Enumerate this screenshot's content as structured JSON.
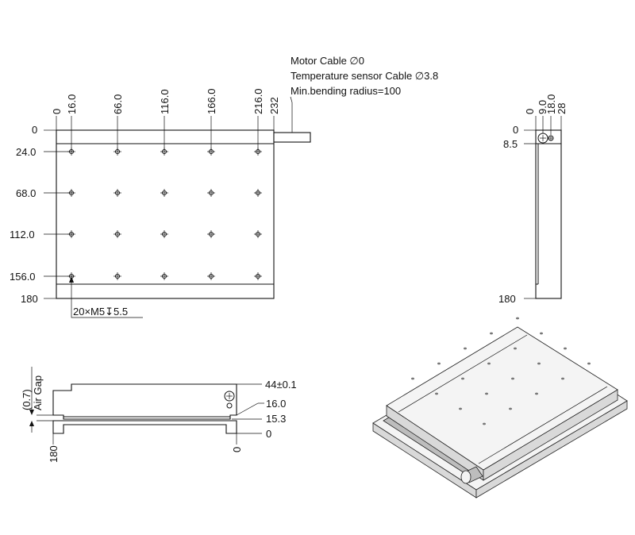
{
  "notes": {
    "motor_cable": "Motor Cable ∅0",
    "temp_cable": "Temperature sensor Cable ∅3.8",
    "bending": "Min.bending radius=100"
  },
  "top_view": {
    "x_labels": [
      "0",
      "16.0",
      "66.0",
      "116.0",
      "166.0",
      "216.0",
      "232"
    ],
    "y_labels": [
      "0",
      "24.0",
      "68.0",
      "112.0",
      "156.0",
      "180"
    ],
    "hole_callout": "20×M5↧5.5"
  },
  "side_view": {
    "x_labels": [
      "0",
      "9.0",
      "18.0",
      "28"
    ],
    "y_top": "0",
    "y_small": "8.5",
    "y_bottom": "180"
  },
  "front_view": {
    "height_label": "44±0.1",
    "label_16": "16.0",
    "label_15": "15.3",
    "label_0": "0",
    "air_gap": "Air Gap",
    "air_gap_value": "(0.7)",
    "left_label": "180",
    "right_label": "0"
  }
}
